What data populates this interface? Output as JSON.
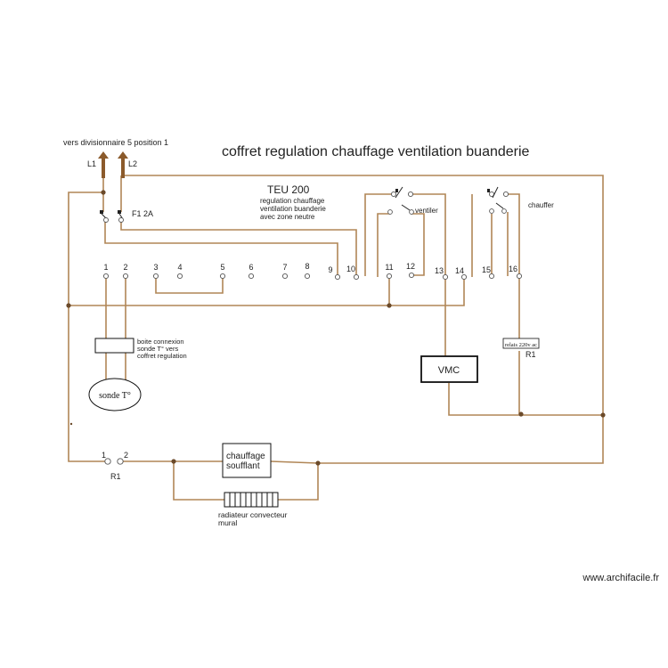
{
  "title": "coffret regulation chauffage ventilation buanderie",
  "source_note": "vers divisionnaire 5 position 1",
  "phases": {
    "l1": "L1",
    "l2": "L2"
  },
  "fuse_label": "F1 2A",
  "controller": {
    "name": "TEU 200",
    "desc_lines": [
      "regulation chauffage",
      "ventilation buanderie",
      "avec zone neutre"
    ]
  },
  "relay_labels": {
    "ventilate": "ventiler",
    "heat": "chauffer"
  },
  "terminals": [
    "1",
    "2",
    "3",
    "4",
    "5",
    "6",
    "7",
    "8",
    "9",
    "10",
    "11",
    "12",
    "13",
    "14",
    "15",
    "16"
  ],
  "junction_box_lines": [
    "boite connexion",
    "sonde T° vers",
    "coffret regulation"
  ],
  "probe_label": "sonde T°",
  "vmc_label": "VMC",
  "relay_r1_top": {
    "coil_label": "relais 220v ac",
    "name": "R1"
  },
  "relay_r1_bottom": {
    "pin1": "1",
    "pin2": "2",
    "name": "R1"
  },
  "heater_label_lines": [
    "chauffage",
    "soufflant"
  ],
  "radiator_label_lines": [
    "radiateur convecteur",
    "mural"
  ],
  "watermark": "www.archifacile.fr",
  "colors": {
    "wire": "#b08656",
    "arrow": "#8b5a2b",
    "text": "#222222"
  }
}
